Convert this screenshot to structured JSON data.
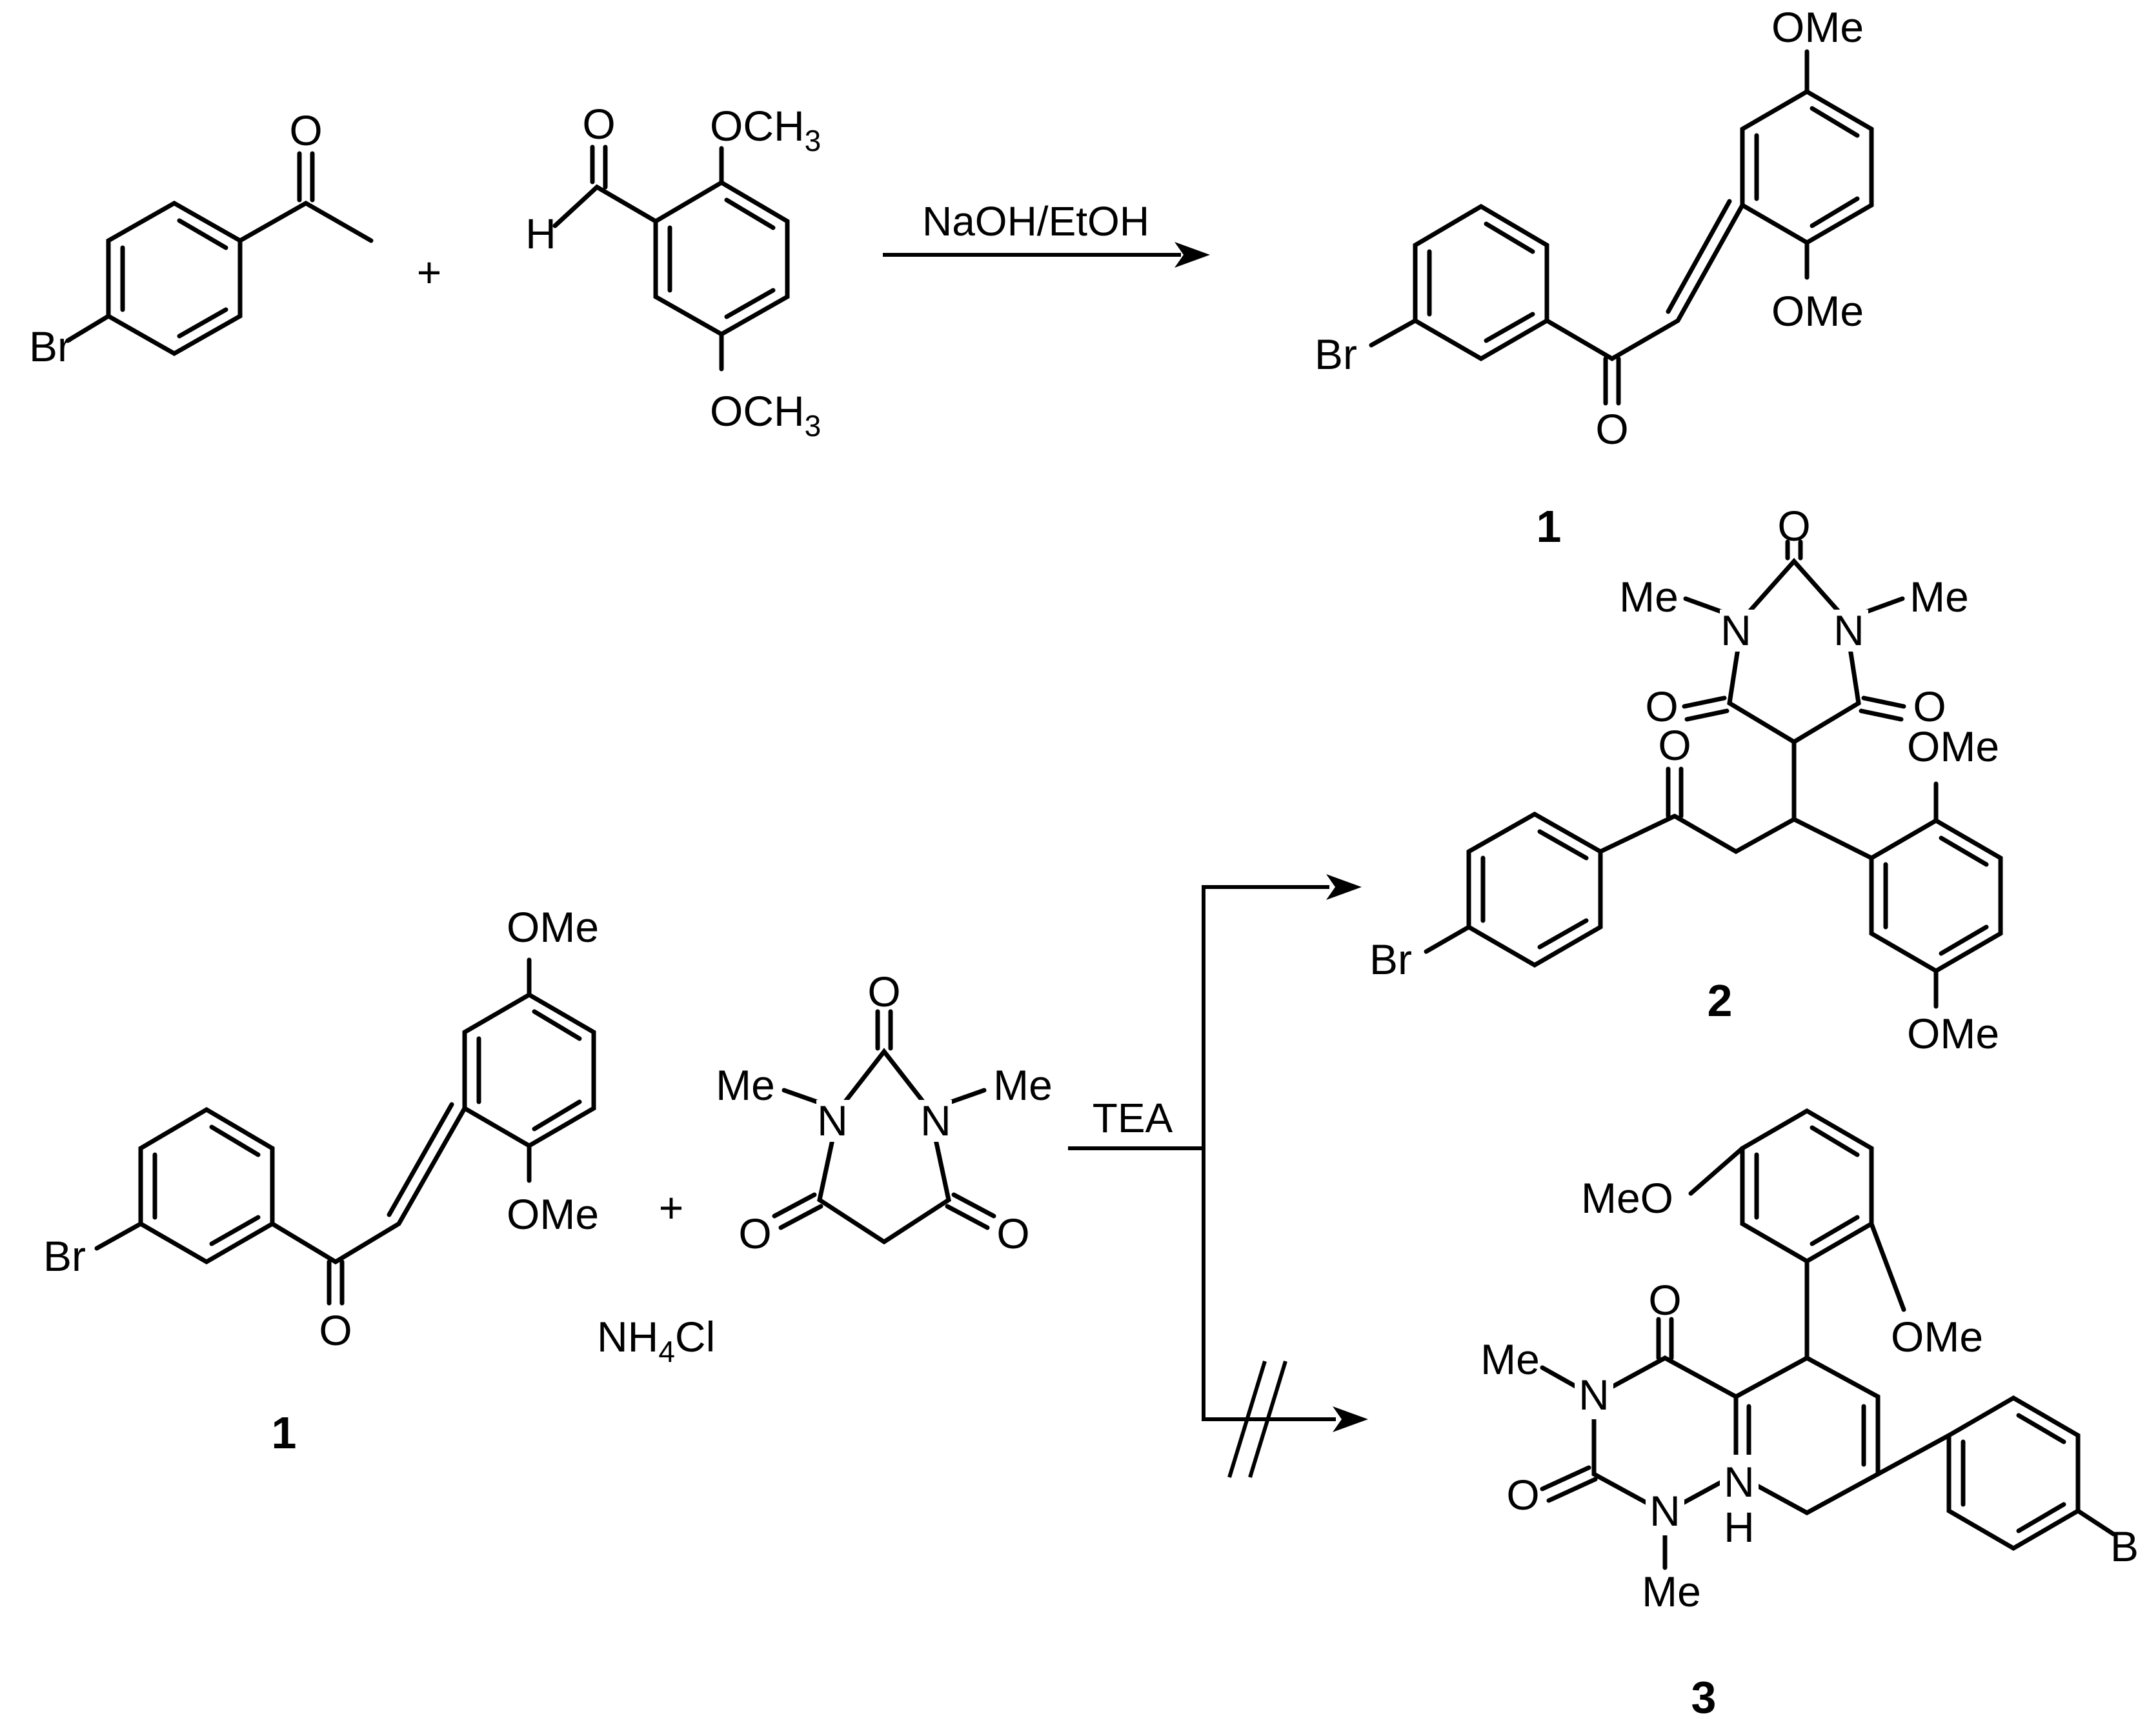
{
  "reaction1": {
    "reactant_a": {
      "o": "O",
      "br": "Br"
    },
    "plus": "+",
    "reactant_b": {
      "o": "O",
      "h": "H",
      "och3_top": "OCH",
      "och3_bottom": "OCH",
      "sub3": "3"
    },
    "conditions": "NaOH/EtOH",
    "product": {
      "ome_top": "OMe",
      "ome_bottom": "OMe",
      "br": "Br",
      "o": "O",
      "label": "1"
    }
  },
  "reaction2": {
    "reactant_a": {
      "ome_top": "OMe",
      "ome_bottom": "OMe",
      "br": "Br",
      "o": "O",
      "label": "1"
    },
    "plus": "+",
    "additive": {
      "nh": "NH",
      "sub4": "4",
      "cl": "Cl"
    },
    "reactant_b": {
      "o_top": "O",
      "me_left": "Me",
      "me_right": "Me",
      "n": "N",
      "o_left": "O",
      "o_right": "O"
    },
    "conditions": "TEA"
  },
  "product2": {
    "o_top": "O",
    "me_left": "Me",
    "me_right": "Me",
    "n": "N",
    "o_left": "O",
    "o_right": "O",
    "o_ketone": "O",
    "ome_top": "OMe",
    "ome_bottom": "OMe",
    "br": "Br",
    "label": "2"
  },
  "product3": {
    "meo": "MeO",
    "ome": "OMe",
    "o_top": "O",
    "me": "Me",
    "n": "N",
    "o_left": "O",
    "h": "H",
    "br": "Br",
    "label": "3"
  }
}
